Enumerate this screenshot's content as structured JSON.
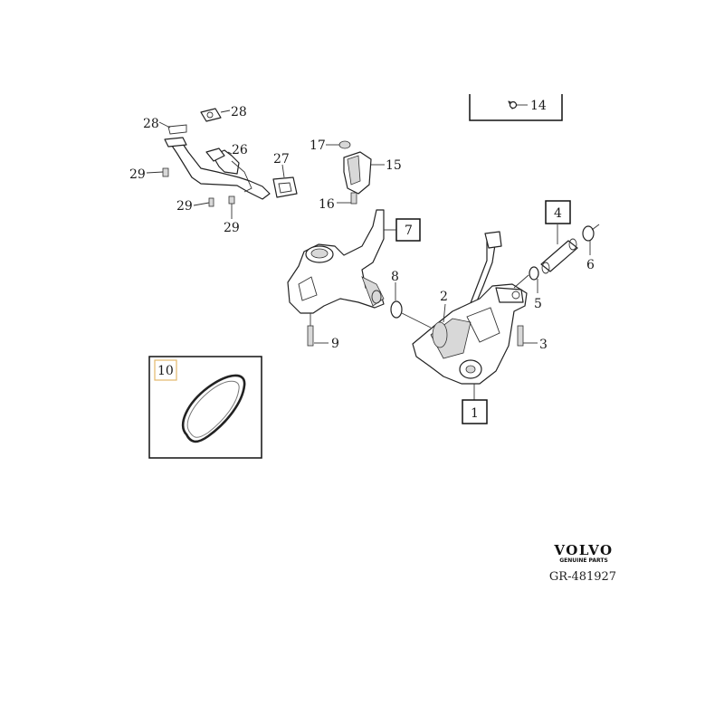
{
  "diagram": {
    "callouts": {
      "c1": "1",
      "c2": "2",
      "c3": "3",
      "c4": "4",
      "c5": "5",
      "c6": "6",
      "c7": "7",
      "c8": "8",
      "c9": "9",
      "c10": "10",
      "c14": "14",
      "c15": "15",
      "c16": "16",
      "c17": "17",
      "c26": "26",
      "c27": "27",
      "c28a": "28",
      "c28b": "28",
      "c29a": "29",
      "c29b": "29",
      "c29c": "29"
    }
  },
  "brand": {
    "name": "VOLVO",
    "tagline": "GENUINE PARTS",
    "reference": "GR-481927"
  }
}
